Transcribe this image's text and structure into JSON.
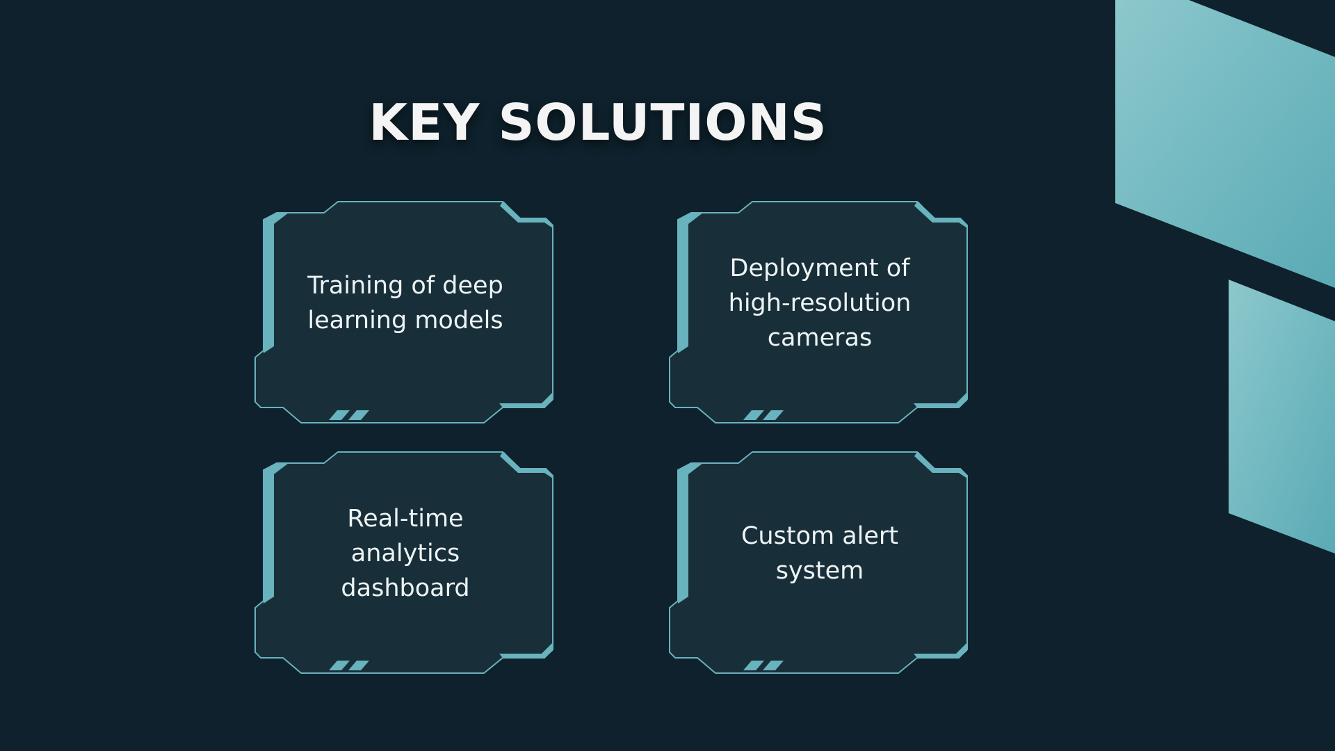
{
  "slide": {
    "title": "KEY SOLUTIONS",
    "cards": [
      {
        "label": "Training of deep learning models"
      },
      {
        "label": "Deployment of high-resolution cameras"
      },
      {
        "label": "Real-time analytics dashboard"
      },
      {
        "label": "Custom alert system"
      }
    ]
  },
  "colors": {
    "background": "#0e212c",
    "card_fill": "#182f3a",
    "accent": "#68b3bd",
    "text": "#f4f4f4"
  }
}
